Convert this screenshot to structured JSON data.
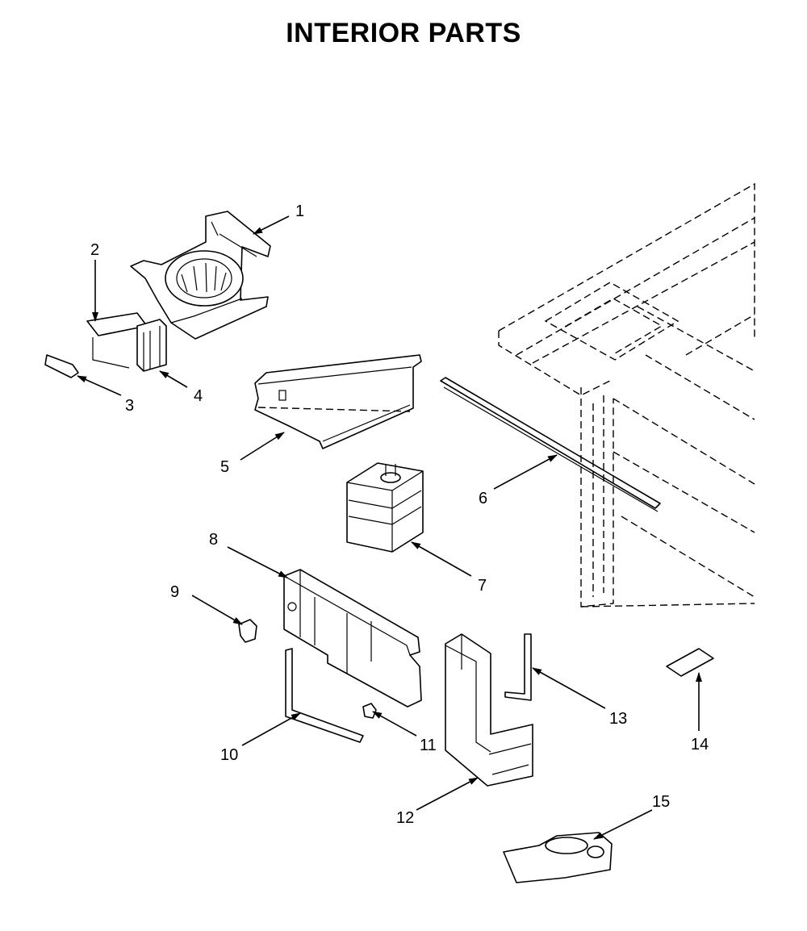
{
  "title": "INTERIOR PARTS",
  "callouts": [
    "1",
    "2",
    "3",
    "4",
    "5",
    "6",
    "7",
    "8",
    "9",
    "10",
    "11",
    "12",
    "13",
    "14",
    "15"
  ]
}
